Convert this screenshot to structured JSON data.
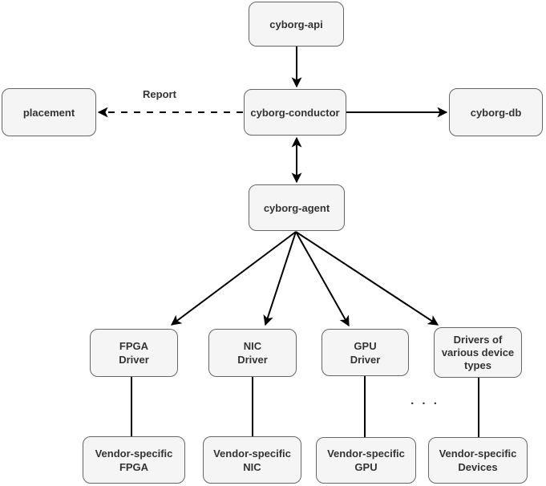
{
  "nodes": {
    "cyborg_api": {
      "label": "cyborg-api"
    },
    "placement": {
      "label": "placement"
    },
    "cyborg_conductor": {
      "label": "cyborg-conductor"
    },
    "cyborg_db": {
      "label": "cyborg-db"
    },
    "cyborg_agent": {
      "label": "cyborg-agent"
    },
    "fpga_driver": {
      "label": "FPGA\nDriver"
    },
    "nic_driver": {
      "label": "NIC\nDriver"
    },
    "gpu_driver": {
      "label": "GPU\nDriver"
    },
    "various_drivers": {
      "label": "Drivers of\nvarious device\ntypes"
    },
    "vendor_fpga": {
      "label": "Vendor-specific\nFPGA"
    },
    "vendor_nic": {
      "label": "Vendor-specific\nNIC"
    },
    "vendor_gpu": {
      "label": "Vendor-specific\nGPU"
    },
    "vendor_devices": {
      "label": "Vendor-specific\nDevices"
    }
  },
  "edges": {
    "report_label": "Report",
    "ellipsis": ". . ."
  },
  "colors": {
    "node_fill": "#f5f5f5",
    "node_border": "#666666",
    "text": "#333333",
    "arrow": "#000000",
    "background": "#ffffff"
  }
}
